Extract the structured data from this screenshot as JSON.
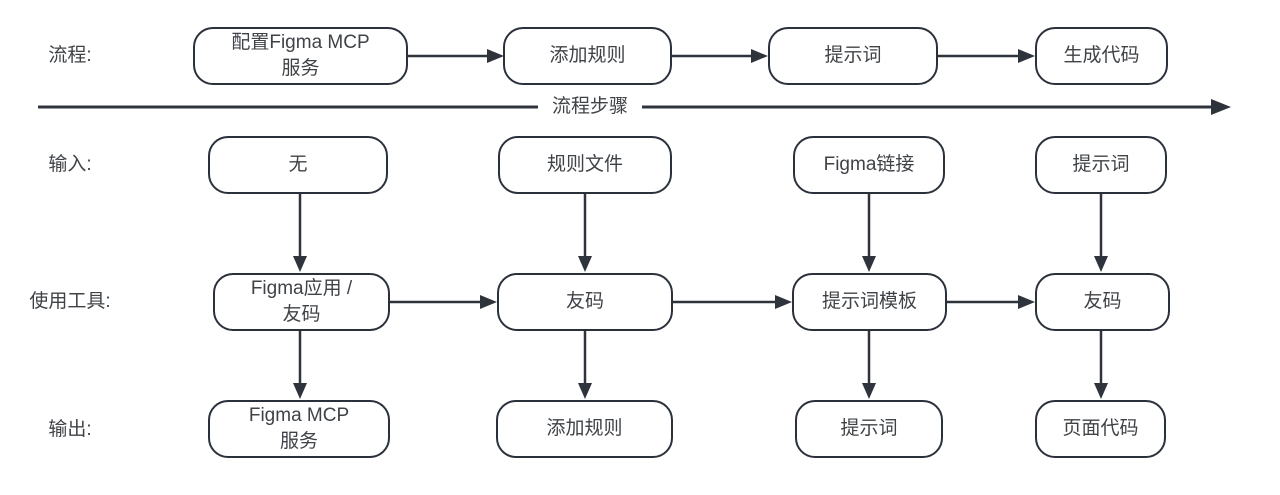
{
  "diagram": {
    "axis_label": "流程步骤",
    "rows": [
      {
        "label": "流程:",
        "boxes": [
          "配置Figma MCP\n服务",
          "添加规则",
          "提示词",
          "生成代码"
        ]
      },
      {
        "label": "输入:",
        "boxes": [
          "无",
          "规则文件",
          "Figma链接",
          "提示词"
        ]
      },
      {
        "label": "使用工具:",
        "boxes": [
          "Figma应用 /\n友码",
          "友码",
          "提示词模板",
          "友码"
        ]
      },
      {
        "label": "输出:",
        "boxes": [
          "Figma MCP\n服务",
          "添加规则",
          "提示词",
          "页面代码"
        ]
      }
    ],
    "colors": {
      "node_border": "#2b313b",
      "text": "#3f4347",
      "arrow": "#2f343c",
      "background": "#ffffff"
    }
  }
}
